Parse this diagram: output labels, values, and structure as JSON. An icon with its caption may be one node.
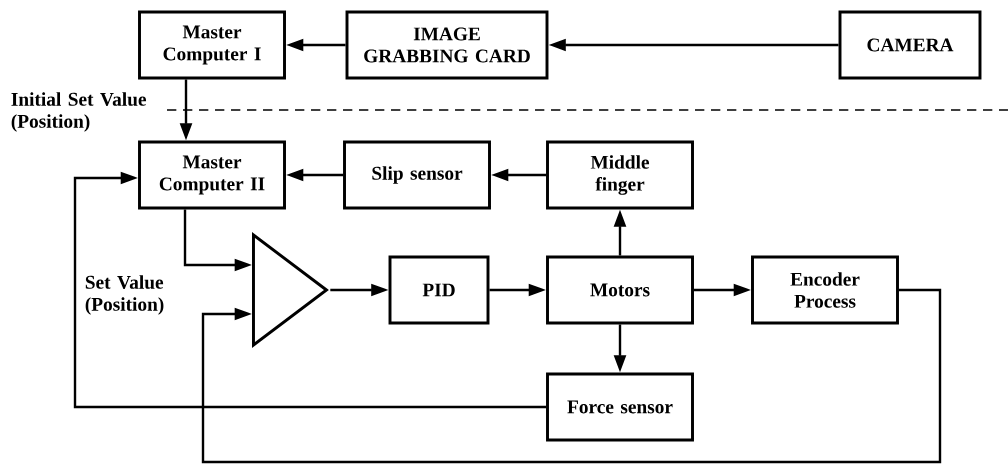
{
  "diagram": {
    "nodes": [
      {
        "text": [
          "Master Computer I"
        ]
      },
      {
        "text": [
          "IMAGE GRABBING CARD"
        ]
      },
      {
        "text": [
          "CAMERA"
        ]
      },
      {
        "text": [
          "Master Computer II"
        ]
      },
      {
        "text": [
          "Slip sensor"
        ]
      },
      {
        "text": [
          "Middle finger"
        ]
      },
      {
        "text": [],
        "shape": "triangle"
      },
      {
        "text": [
          "PID"
        ]
      },
      {
        "text": [
          "Motors"
        ]
      },
      {
        "text": [
          "Encoder Process"
        ]
      },
      {
        "text": [
          "Force sensor"
        ]
      }
    ],
    "edges": [
      {
        "from": 1,
        "to": 0,
        "arrow": "to"
      },
      {
        "from": 2,
        "to": 1,
        "arrow": "to"
      },
      {
        "from": 0,
        "to": 3,
        "arrow": "to"
      },
      {
        "from": 5,
        "to": 4,
        "arrow": "to"
      },
      {
        "from": 4,
        "to": 3,
        "arrow": "to"
      },
      {
        "from": 3,
        "to": 6,
        "arrow": "to"
      },
      {
        "from": 6,
        "to": 7,
        "arrow": "to"
      },
      {
        "from": 7,
        "to": 8,
        "arrow": "to"
      },
      {
        "from": 8,
        "to": 5,
        "arrow": "to"
      },
      {
        "from": 8,
        "to": 9,
        "arrow": "to"
      },
      {
        "from": 8,
        "to": 10,
        "arrow": "to"
      },
      {
        "from": 10,
        "to": 3,
        "arrow": "to"
      },
      {
        "from": 9,
        "to": 6,
        "arrow": "to"
      }
    ],
    "labels": [
      "Initial Set Value (Position)",
      "Set Value (Position)"
    ]
  }
}
